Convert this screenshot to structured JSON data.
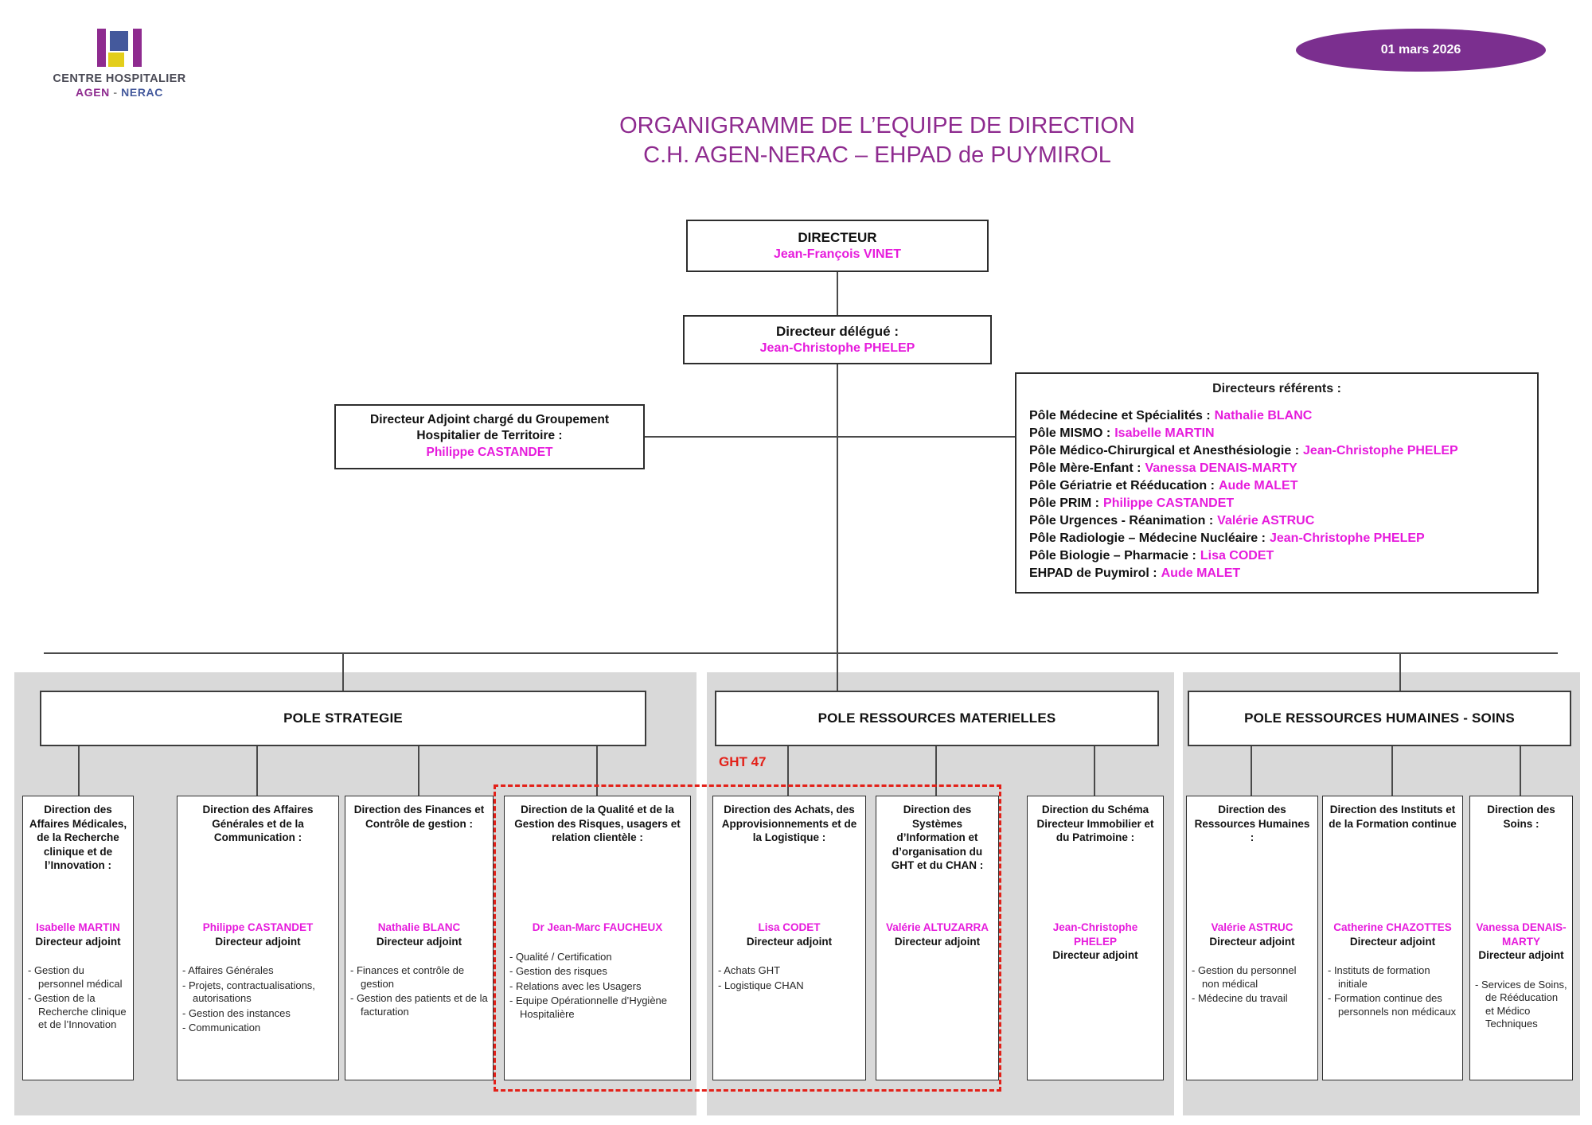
{
  "page": {
    "date_badge": "01 mars 2026",
    "logo": {
      "name_line": "CENTRE HOSPITALIER",
      "sub_left": "AGEN",
      "sub_sep": "-",
      "sub_right": "NERAC"
    },
    "title_line1": "ORGANIGRAMME DE L’EQUIPE DE DIRECTION",
    "title_line2": "C.H. AGEN-NERAC – EHPAD de PUYMIROL"
  },
  "colors": {
    "accent_purple": "#8E2B8F",
    "badge_purple": "#7B2F8F",
    "name_magenta": "#E61BDC",
    "alert_red": "#E32119",
    "panel_gray": "#D9D9D9",
    "logo_blue": "#44599C",
    "logo_yellow": "#E3CE1B"
  },
  "org": {
    "directeur": {
      "title": "DIRECTEUR",
      "name": "Jean-François VINET"
    },
    "delegue": {
      "title": "Directeur délégué :",
      "name": "Jean-Christophe PHELEP"
    },
    "ght_adjoint": {
      "title": "Directeur Adjoint chargé du Groupement Hospitalier de Territoire :",
      "name": "Philippe CASTANDET"
    },
    "referents": {
      "title": "Directeurs référents :",
      "items": [
        {
          "label": "Pôle Médecine et Spécialités :",
          "name": "Nathalie BLANC"
        },
        {
          "label": "Pôle MISMO :",
          "name": "Isabelle MARTIN"
        },
        {
          "label": "Pôle Médico-Chirurgical et Anesthésiologie :",
          "name": "Jean-Christophe PHELEP"
        },
        {
          "label": "Pôle Mère-Enfant :",
          "name": "Vanessa DENAIS-MARTY"
        },
        {
          "label": "Pôle Gériatrie et Rééducation :",
          "name": "Aude MALET"
        },
        {
          "label": "Pôle PRIM :",
          "name": "Philippe CASTANDET"
        },
        {
          "label": "Pôle Urgences - Réanimation :",
          "name": "Valérie ASTRUC"
        },
        {
          "label": "Pôle Radiologie – Médecine Nucléaire :",
          "name": "Jean-Christophe PHELEP"
        },
        {
          "label": "Pôle Biologie – Pharmacie :",
          "name": "Lisa CODET"
        },
        {
          "label": "EHPAD de Puymirol :",
          "name": "Aude MALET"
        }
      ]
    },
    "ght47_label": "GHT 47",
    "poles": [
      {
        "header": "POLE STRATEGIE",
        "boxes": [
          {
            "title": "Direction des Affaires Médicales, de la Recherche clinique et de l’Innovation :",
            "name": "Isabelle MARTIN",
            "role": "Directeur adjoint",
            "bullets": [
              "- Gestion du personnel médical",
              "- Gestion de la Recherche clinique et de l’Innovation"
            ]
          },
          {
            "title": "Direction des Affaires Générales et de la Communication :",
            "name": "Philippe CASTANDET",
            "role": "Directeur adjoint",
            "bullets": [
              "- Affaires Générales",
              "- Projets, contractualisations, autorisations",
              "- Gestion des instances",
              "- Communication"
            ]
          },
          {
            "title": "Direction des Finances et Contrôle de gestion :",
            "name": "Nathalie BLANC",
            "role": "Directeur adjoint",
            "bullets": [
              "- Finances et contrôle de gestion",
              "- Gestion des patients et de la facturation"
            ]
          },
          {
            "title": "Direction de la Qualité et de la Gestion des Risques, usagers et relation clientèle :",
            "name": "Dr Jean-Marc FAUCHEUX",
            "role": "",
            "bullets": [
              "- Qualité / Certification",
              "- Gestion des risques",
              "- Relations avec les Usagers",
              "- Equipe Opérationnelle d’Hygiène Hospitalière"
            ]
          }
        ]
      },
      {
        "header": "POLE RESSOURCES MATERIELLES",
        "boxes": [
          {
            "title": "Direction des Achats, des Approvisionnements et de la Logistique :",
            "name": "Lisa CODET",
            "role": "Directeur adjoint",
            "bullets": [
              "- Achats GHT",
              "- Logistique CHAN"
            ]
          },
          {
            "title": "Direction des Systèmes d’Information et d’organisation du GHT et du CHAN :",
            "name": "Valérie ALTUZARRA",
            "role": "Directeur adjoint",
            "bullets": []
          },
          {
            "title": "Direction du Schéma Directeur Immobilier et du Patrimoine :",
            "name": "Jean-Christophe PHELEP",
            "role": "Directeur adjoint",
            "bullets": []
          }
        ]
      },
      {
        "header": "POLE RESSOURCES HUMAINES - SOINS",
        "boxes": [
          {
            "title": "Direction des Ressources Humaines :",
            "name": "Valérie ASTRUC",
            "role": "Directeur adjoint",
            "bullets": [
              "- Gestion du personnel non médical",
              "- Médecine du travail"
            ]
          },
          {
            "title": "Direction des Instituts et de la Formation continue",
            "name": "Catherine CHAZOTTES",
            "role": "Directeur adjoint",
            "bullets": [
              "- Instituts de formation initiale",
              "- Formation continue des personnels non médicaux"
            ]
          },
          {
            "title": "Direction des Soins :",
            "name": "Vanessa DENAIS-MARTY",
            "role": "Directeur adjoint",
            "bullets": [
              "- Services de Soins, de Rééducation et Médico Techniques"
            ]
          }
        ]
      }
    ]
  }
}
